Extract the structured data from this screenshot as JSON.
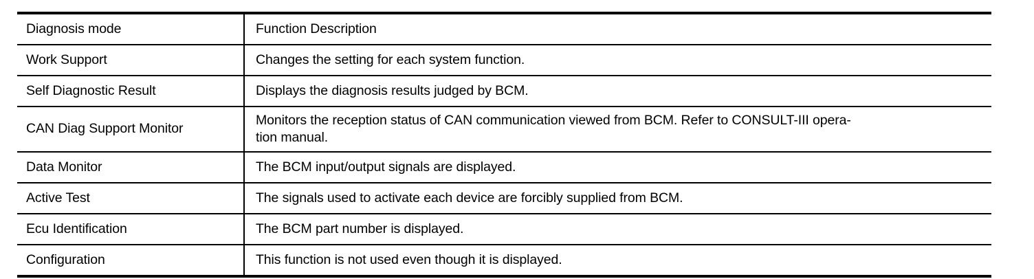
{
  "table": {
    "columns": [
      {
        "key": "mode",
        "header": "Diagnosis mode"
      },
      {
        "key": "description",
        "header": "Function Description"
      }
    ],
    "rows": [
      {
        "mode": "Work Support",
        "description": "Changes the setting for each system function.",
        "lines": [
          "Changes the setting for each system function."
        ]
      },
      {
        "mode": "Self Diagnostic Result",
        "description": "Displays the diagnosis results judged by BCM.",
        "lines": [
          "Displays the diagnosis results judged by BCM."
        ]
      },
      {
        "mode": "CAN Diag Support Monitor",
        "description": "Monitors the reception status of CAN communication viewed from BCM. Refer to CONSULT-III operation manual.",
        "lines": [
          "Monitors the reception status of CAN communication viewed from BCM. Refer to CONSULT-III opera-",
          "tion manual."
        ]
      },
      {
        "mode": "Data Monitor",
        "description": "The BCM input/output signals are displayed.",
        "lines": [
          "The BCM input/output signals are displayed."
        ]
      },
      {
        "mode": "Active Test",
        "description": "The signals used to activate each device are forcibly supplied from BCM.",
        "lines": [
          "The signals used to activate each device are forcibly supplied from BCM."
        ]
      },
      {
        "mode": "Ecu Identification",
        "description": "The BCM part number is displayed.",
        "lines": [
          "The BCM part number is displayed."
        ]
      },
      {
        "mode": "Configuration",
        "description": "This function is not used even though it is displayed.",
        "lines": [
          "This function is not used even though it is displayed."
        ]
      }
    ]
  },
  "colors": {
    "rule": "#000000",
    "text": "#000000",
    "background": "#ffffff"
  }
}
